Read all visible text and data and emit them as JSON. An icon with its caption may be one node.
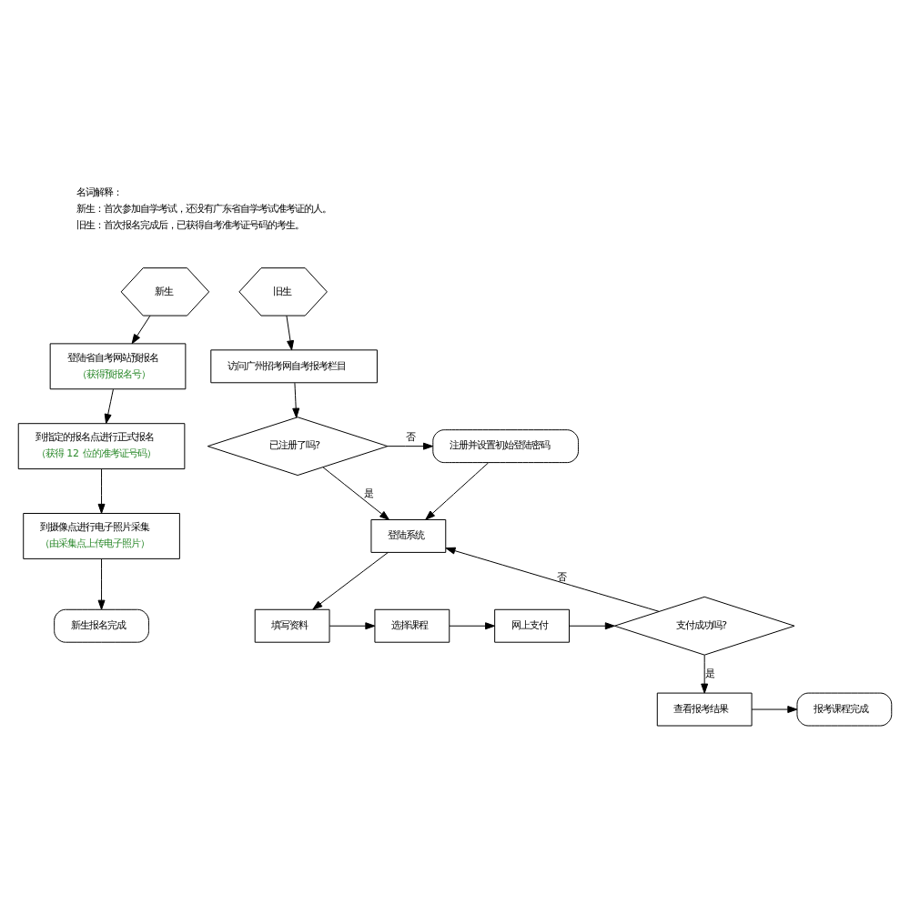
{
  "diagram": {
    "nodes": [
      {
        "text": [
          "新生"
        ]
      },
      {
        "text": [
          "登陆省自考网站预报名",
          "（获得预报名号）"
        ]
      },
      {
        "text": [
          "到指定的报名点进行正式报名",
          "（获得 12 位的准考证号码）"
        ]
      },
      {
        "text": [
          "到摄像点进行电子照片采集",
          "（由采集点上传电子照片）"
        ]
      },
      {
        "text": [
          "新生报名完成"
        ]
      },
      {
        "text": [
          "旧生"
        ]
      },
      {
        "text": [
          "访问广州招考网自考报考栏目"
        ]
      },
      {
        "text": [
          "已注册了吗?"
        ]
      },
      {
        "text": [
          "注册并设置初始登陆密码"
        ]
      },
      {
        "text": [
          "登陆系统"
        ]
      },
      {
        "text": [
          "填写资料"
        ]
      },
      {
        "text": [
          "选择课程"
        ]
      },
      {
        "text": [
          "网上支付"
        ]
      },
      {
        "text": [
          "支付成功吗?"
        ]
      },
      {
        "text": [
          "查看报考结果"
        ]
      },
      {
        "text": [
          "报考课程完成"
        ]
      }
    ],
    "edges": [
      {
        "from": 0,
        "to": 1,
        "arrow": "to"
      },
      {
        "from": 1,
        "to": 2,
        "arrow": "to"
      },
      {
        "from": 2,
        "to": 3,
        "arrow": "to"
      },
      {
        "from": 3,
        "to": 4,
        "arrow": "to"
      },
      {
        "from": 5,
        "to": 6,
        "arrow": "to"
      },
      {
        "from": 6,
        "to": 7,
        "arrow": "to"
      },
      {
        "from": 7,
        "to": 8,
        "arrow": "to",
        "label": "否"
      },
      {
        "from": 7,
        "to": 9,
        "arrow": "to",
        "label": "是"
      },
      {
        "from": 8,
        "to": 9,
        "arrow": "to"
      },
      {
        "from": 9,
        "to": 10,
        "arrow": "to"
      },
      {
        "from": 10,
        "to": 11,
        "arrow": "to"
      },
      {
        "from": 11,
        "to": 12,
        "arrow": "to"
      },
      {
        "from": 12,
        "to": 13,
        "arrow": "to"
      },
      {
        "from": 13,
        "to": 9,
        "arrow": "to",
        "label": "否"
      },
      {
        "from": 13,
        "to": 14,
        "arrow": "to",
        "label": "是"
      },
      {
        "from": 14,
        "to": 15,
        "arrow": "to"
      }
    ],
    "labels": [
      "名词解释：",
      "新生：首次参加自学考试，还没有广东省自学考试准考证的人。",
      "旧生：首次报名完成后，已获得自考准考证号码的考生。"
    ]
  }
}
